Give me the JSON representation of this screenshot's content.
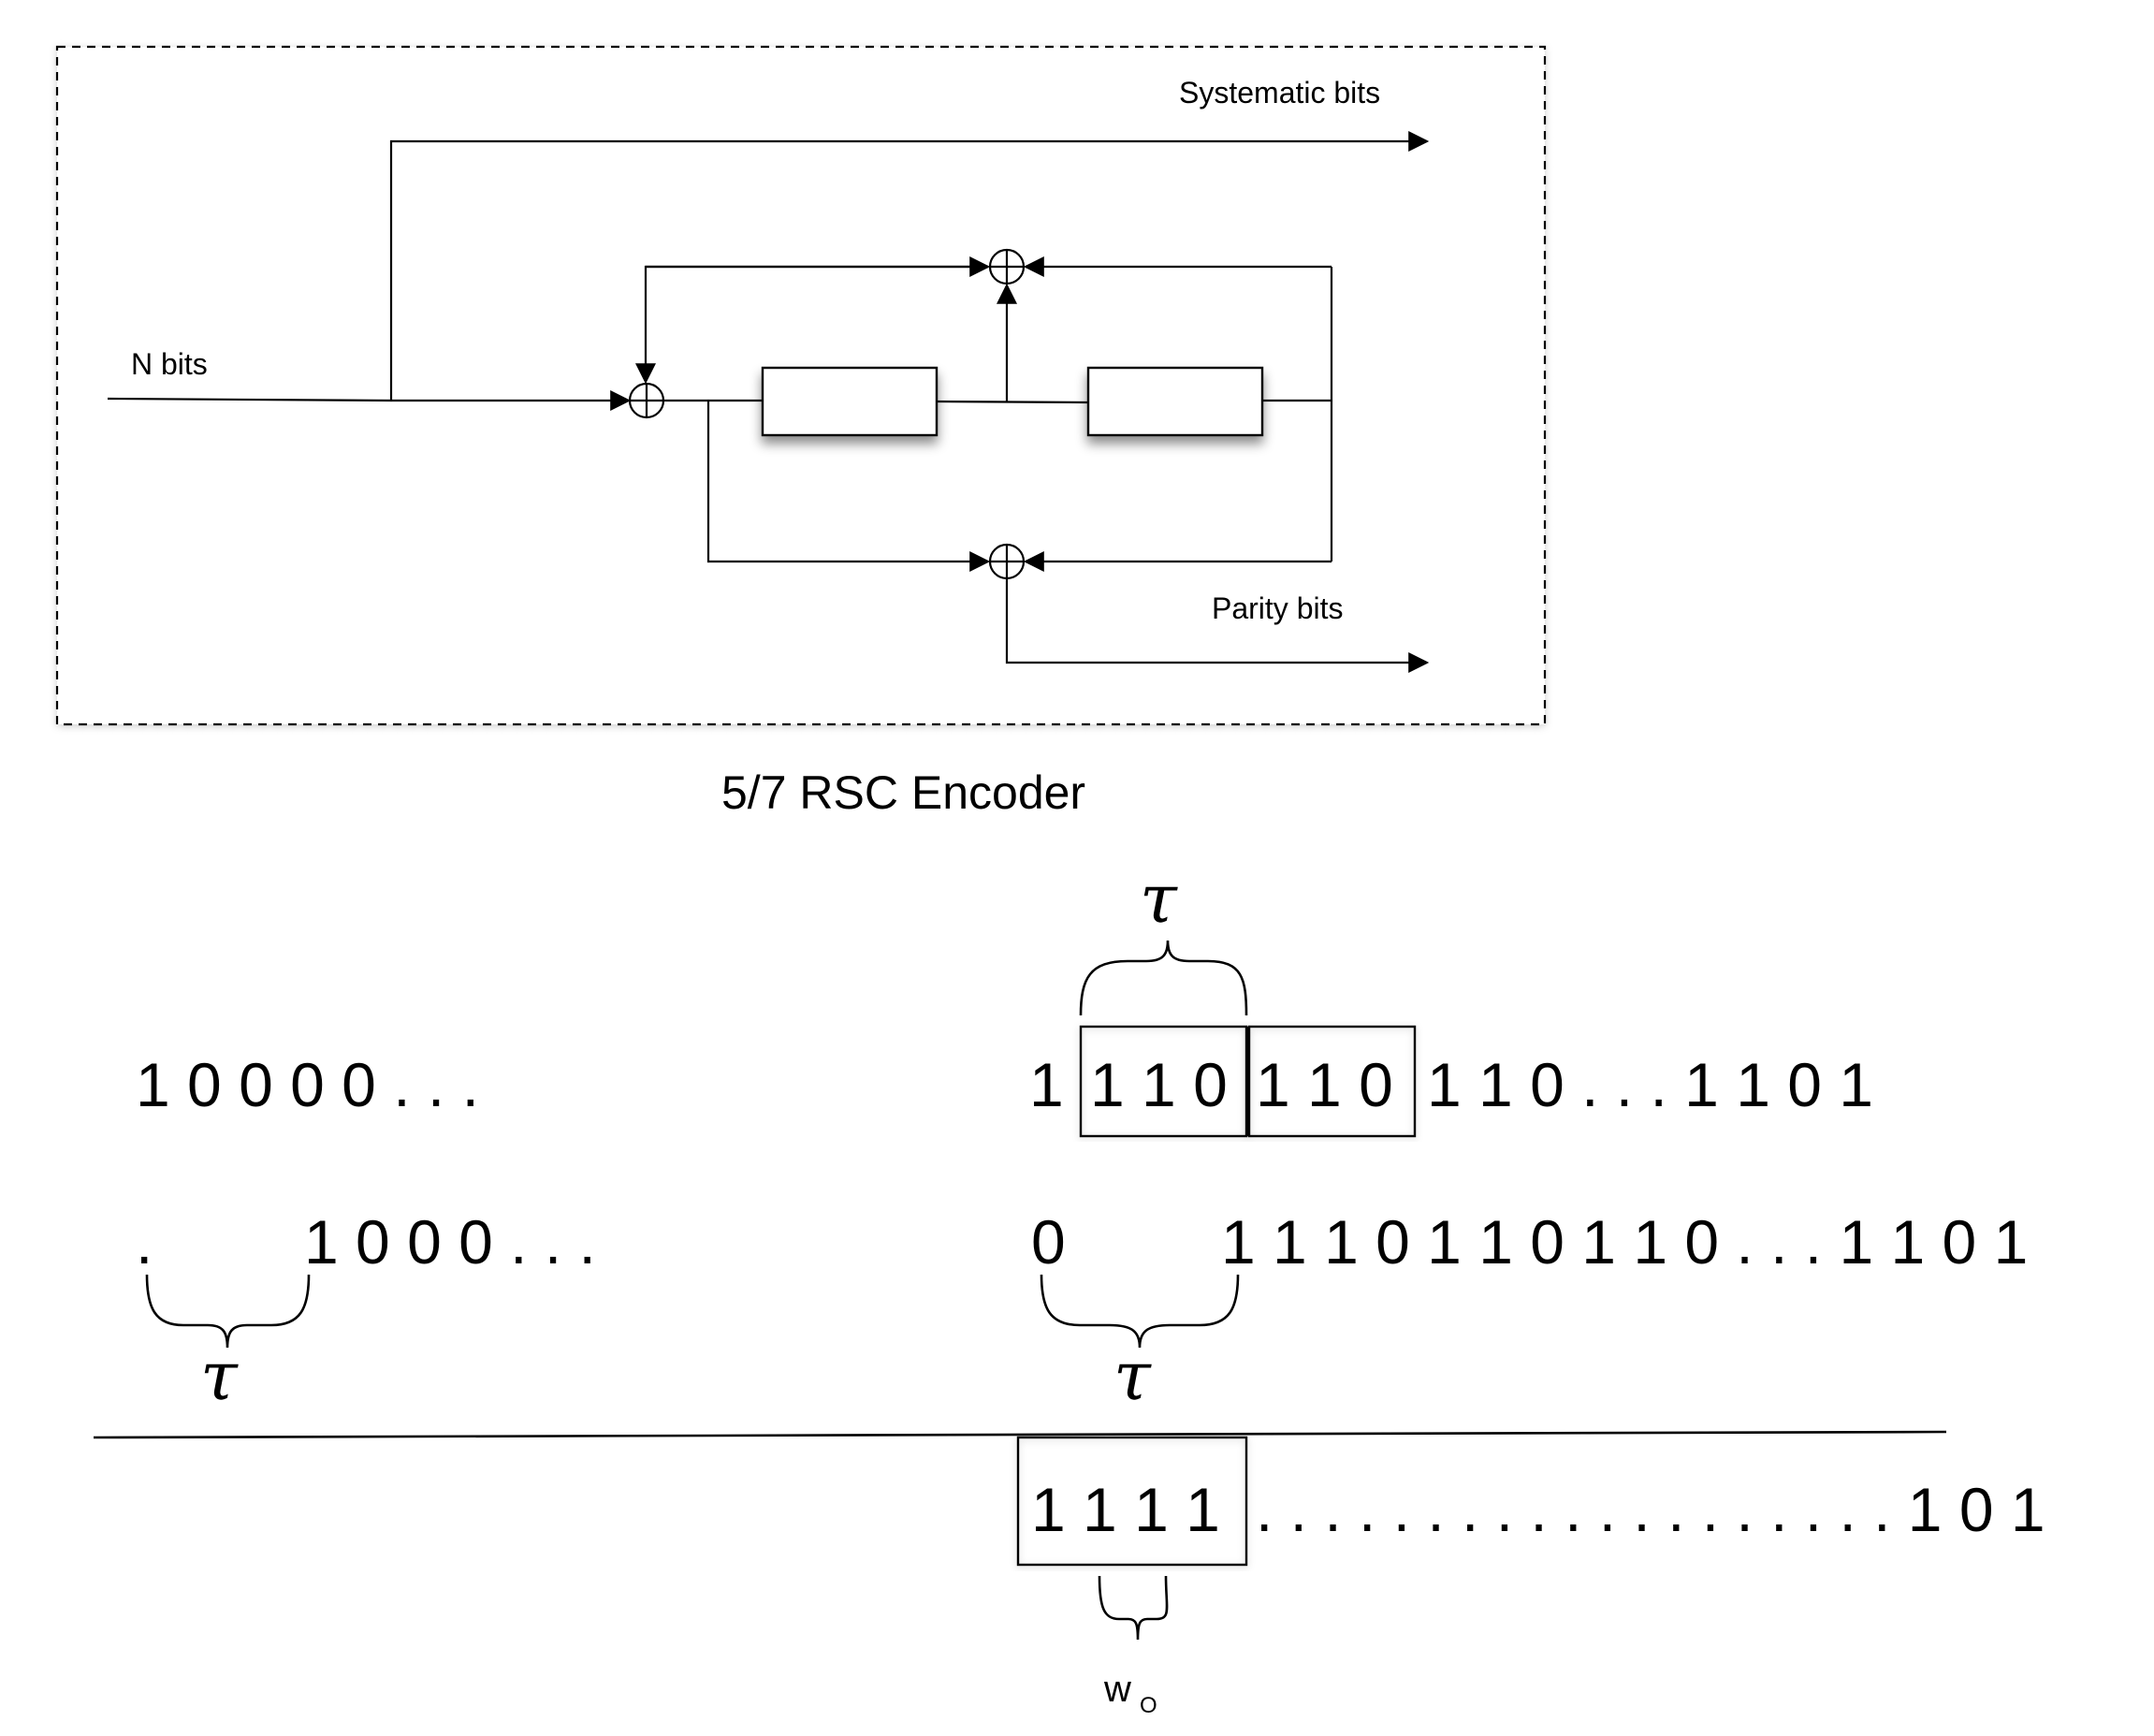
{
  "encoder": {
    "input_label": "N bits",
    "systematic_label": "Systematic bits",
    "parity_label": "Parity bits",
    "caption": "5/7 RSC Encoder"
  },
  "sequences": {
    "row1_left": "1 0 0 0 0 . . .",
    "row1_right_first": "1",
    "row1_box1": "1 1 0",
    "row1_box2": "1 1 0",
    "row1_right_rest": "1 1 0 . . . 1 1 0 1",
    "row2_left_dot": ".",
    "row2_left": "1 0 0 0 . . .",
    "row2_right_zero": "0",
    "row2_right": "1 1 1 0 1 1 0 1 1 0 . . . 1 1 0 1",
    "row3_box": "1 1 1 1",
    "row3_rest": ". . . . . . . . . . . . . . . . . . . 1 0 1"
  },
  "annotations": {
    "tau": "τ",
    "w_o_base": "w",
    "w_o_sub": "O"
  }
}
